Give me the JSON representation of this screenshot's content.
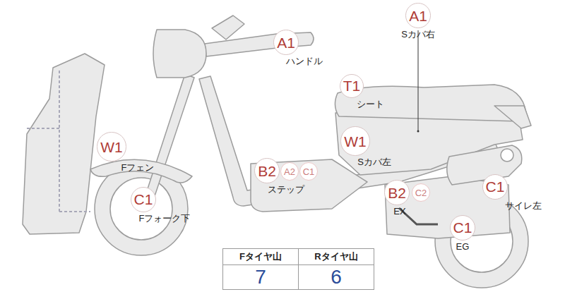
{
  "diagram": {
    "nodes": [
      {
        "text": [
          "A1",
          "Sカバ右"
        ]
      },
      {
        "text": [
          "A1",
          "ハンドル"
        ]
      },
      {
        "text": [
          "T1",
          "シート"
        ]
      },
      {
        "text": [
          "W1",
          "Fフェン"
        ]
      },
      {
        "text": [
          "W1",
          "Sカバ左"
        ]
      },
      {
        "text": [
          "B2",
          "ステップ"
        ]
      },
      {
        "text": [
          "A2"
        ]
      },
      {
        "text": [
          "C1"
        ]
      },
      {
        "text": [
          "B2",
          "EX"
        ]
      },
      {
        "text": [
          "C2"
        ]
      },
      {
        "text": [
          "C1",
          "サイレ左"
        ]
      },
      {
        "text": [
          "C1",
          "Fフォーク下"
        ]
      },
      {
        "text": [
          "C1",
          "EG"
        ]
      }
    ],
    "labels": [
      "Fタイヤ山",
      "Rタイヤ山",
      "7",
      "6"
    ]
  }
}
